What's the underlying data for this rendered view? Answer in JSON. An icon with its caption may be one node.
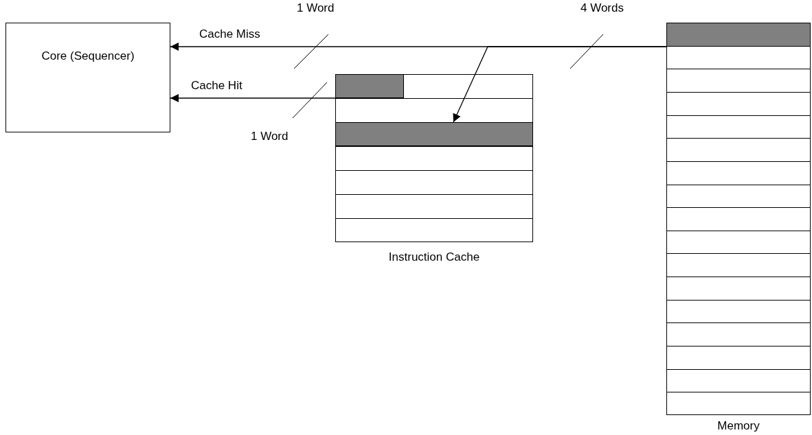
{
  "diagram": {
    "nodes": [
      {
        "text": [
          "Core (Sequencer)"
        ]
      },
      {
        "text": [
          "Instruction Cache"
        ]
      },
      {
        "text": [],
        "shape": "bar",
        "in": 1
      },
      {
        "text": [],
        "shape": "bar",
        "in": 1
      },
      {
        "text": [
          "Memory"
        ]
      },
      {
        "text": [],
        "shape": "bar",
        "in": 4
      }
    ],
    "edges": [
      {
        "from": 4,
        "to": 0,
        "arrow": "to",
        "label": "Cache Miss"
      },
      {
        "from": 4,
        "to": 3,
        "arrow": "to"
      },
      {
        "from": 1,
        "to": 0,
        "arrow": "to",
        "label": "Cache Hit"
      }
    ],
    "labels": [
      "1 Word",
      "4 Words",
      "1 Word"
    ]
  }
}
